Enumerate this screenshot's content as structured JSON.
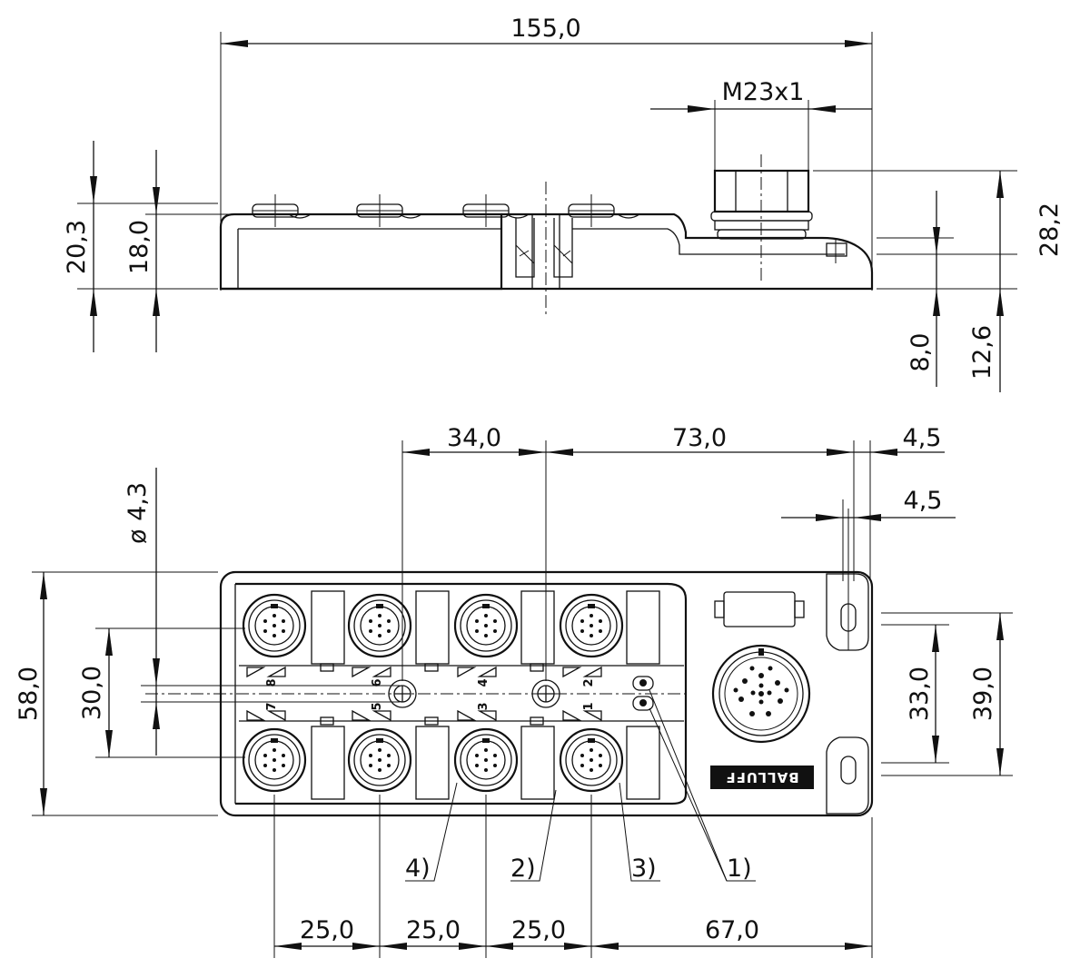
{
  "top_view": {
    "overall_length": "155,0",
    "thread_size": "M23x1",
    "total_height": "20,3",
    "body_height": "18,0",
    "connector_height": "28,2",
    "flange_height": "8,0",
    "flange_to_connector": "12,6"
  },
  "front_view": {
    "hole_diameter": "ø 4,3",
    "port_to_center": "34,0",
    "center_to_hole": "73,0",
    "hole_offset_a": "4,5",
    "hole_offset_b": "4,5",
    "overall_width": "58,0",
    "port_row_spacing": "30,0",
    "hole_spacing_inner": "33,0",
    "hole_spacing_outer": "39,0",
    "pitch_a": "25,0",
    "pitch_b": "25,0",
    "pitch_c": "25,0",
    "last_port_to_end": "67,0",
    "brand_logo": "BALLUFF",
    "callouts": [
      "4)",
      "2)",
      "3)",
      "1)"
    ],
    "port_numbers_top": [
      "8",
      "6",
      "4",
      "2"
    ],
    "port_numbers_bottom": [
      "7",
      "5",
      "3",
      "1"
    ]
  }
}
